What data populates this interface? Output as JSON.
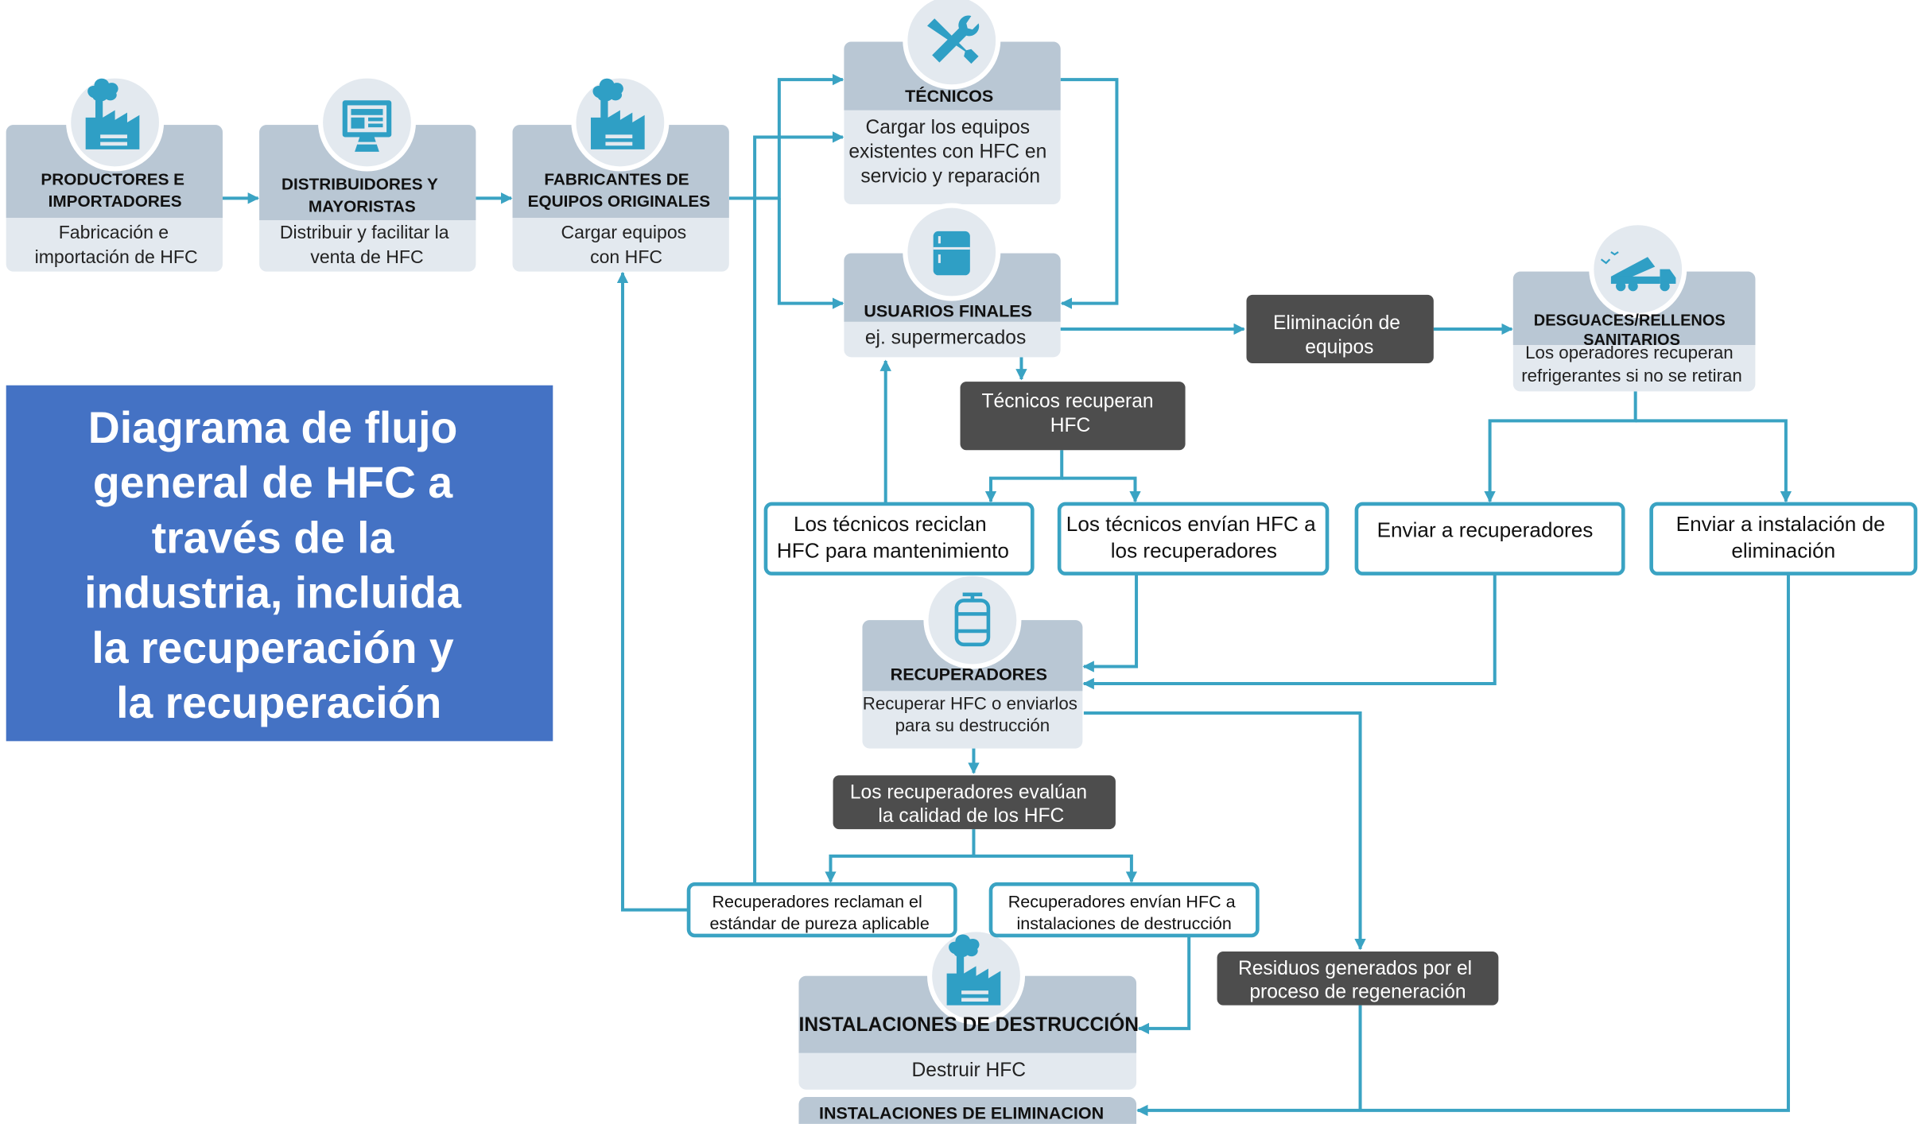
{
  "title_panel": {
    "lines": [
      "Diagrama de flujo",
      "general de  HFC a",
      "través de la",
      "industria, incluida",
      "la recuperación y",
      "la recuperación"
    ]
  },
  "nodes": {
    "productores": {
      "title": [
        "PRODUCTORES E",
        "IMPORTADORES"
      ],
      "desc": [
        "Fabricación e",
        "importación de HFC"
      ],
      "icon": "factory-icon"
    },
    "distribuidores": {
      "title": [
        "DISTRIBUIDORES Y",
        "MAYORISTAS"
      ],
      "desc": [
        "Distribuir y facilitar la",
        "venta de HFC"
      ],
      "icon": "monitor-icon"
    },
    "fabricantes": {
      "title": [
        "FABRICANTES DE",
        "EQUIPOS ORIGINALES"
      ],
      "desc": [
        "Cargar equipos",
        "con HFC"
      ],
      "icon": "factory-icon"
    },
    "tecnicos": {
      "title": [
        "TÉCNICOS"
      ],
      "desc": [
        "Cargar los equipos",
        "existentes con HFC en",
        "servicio y reparación"
      ],
      "icon": "tools-icon"
    },
    "usuarios": {
      "title": [
        "USUARIOS FINALES"
      ],
      "desc": [
        "ej. supermercados"
      ],
      "icon": "refrigerator-icon"
    },
    "desguaces": {
      "title": [
        "DESGUACES/RELLENOS",
        "SANITARIOS"
      ],
      "desc": [
        "Los operadores recuperan",
        "refrigerantes si no se retiran"
      ],
      "icon": "dump-truck-icon"
    },
    "recuperadores": {
      "title": [
        "RECUPERADORES"
      ],
      "desc": [
        "Recuperar HFC o enviarlos",
        "para su destrucción"
      ],
      "icon": "cylinder-icon"
    },
    "destruccion": {
      "title": [
        "INSTALACIONES DE DESTRUCCIÓN"
      ],
      "desc": [
        "Destruir HFC"
      ],
      "icon": "factory-icon"
    },
    "eliminacion": {
      "title": [
        "INSTALACIONES DE ELIMINACION"
      ]
    }
  },
  "dark_boxes": {
    "eliminacion_equipos": [
      "Eliminación de",
      "equipos"
    ],
    "tecnicos_recuperan": [
      "Técnicos recuperan",
      "HFC"
    ],
    "evaluan": [
      "Los recuperadores evalúan",
      "la calidad de los HFC"
    ],
    "residuos": [
      "Residuos generados por el",
      "proceso de regeneración"
    ]
  },
  "outline_boxes": {
    "reciclan": [
      "Los técnicos reciclan",
      "HFC para mantenimiento"
    ],
    "envian": [
      "Los técnicos envían HFC a",
      "los recuperadores"
    ],
    "enviar_recuperadores": [
      "Enviar a recuperadores"
    ],
    "enviar_eliminacion": [
      "Enviar a instalación de",
      "eliminación"
    ],
    "reclaman": [
      "Recuperadores reclaman el",
      "estándar de pureza aplicable"
    ],
    "envian_destruccion": [
      "Recuperadores envían HFC a",
      "instalaciones de destrucción"
    ]
  },
  "colors": {
    "accent": "#3aa3c3",
    "header_bg": "#b9c7d4",
    "body_bg": "#e3e9ef",
    "dark_box": "#4d4d4d",
    "title_bg": "#4472c4",
    "icon_color": "#2f9fc5"
  }
}
